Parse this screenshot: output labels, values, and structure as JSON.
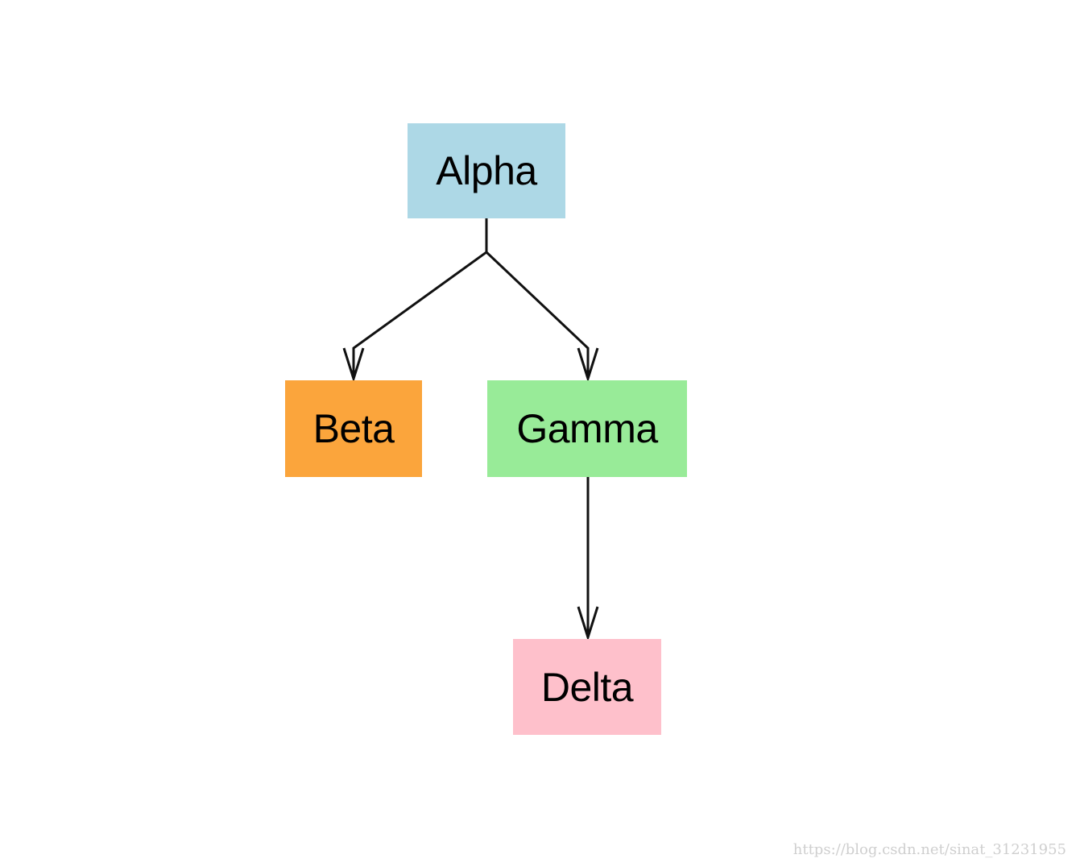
{
  "diagram": {
    "nodes": [
      {
        "id": "alpha",
        "label": "Alpha",
        "color": "#add8e6"
      },
      {
        "id": "beta",
        "label": "Beta",
        "color": "#fba53c"
      },
      {
        "id": "gamma",
        "label": "Gamma",
        "color": "#98eb98"
      },
      {
        "id": "delta",
        "label": "Delta",
        "color": "#fec0cb"
      }
    ],
    "edges": [
      {
        "from": "alpha",
        "to": "beta"
      },
      {
        "from": "alpha",
        "to": "gamma"
      },
      {
        "from": "gamma",
        "to": "delta"
      }
    ]
  },
  "watermark": "https://blog.csdn.net/sinat_31231955"
}
